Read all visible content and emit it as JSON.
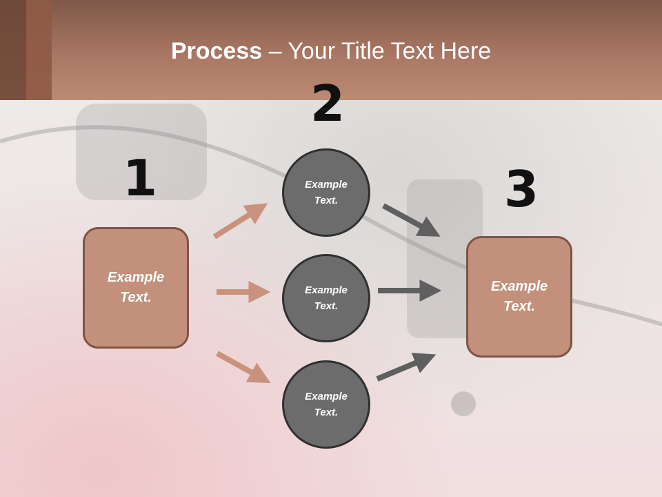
{
  "slide": {
    "title_bold": "Process",
    "title_rest": " – Your Title Text Here"
  },
  "steps": [
    {
      "number": "1",
      "text": "Example Text."
    },
    {
      "number": "2",
      "text": "Example Text."
    },
    {
      "number": "3",
      "text": "Example Text."
    }
  ],
  "circles": [
    {
      "text": "Example Text."
    },
    {
      "text": "Example Text."
    },
    {
      "text": "Example Text."
    }
  ],
  "colors": {
    "header": "#a97763",
    "box_fill": "#c2907b",
    "box_border": "#7d5446",
    "circle_fill": "#6c6c6c",
    "circle_border": "#2f2f2f",
    "left_arrows": "#c8927d",
    "right_arrows": "#5f5f5f"
  }
}
